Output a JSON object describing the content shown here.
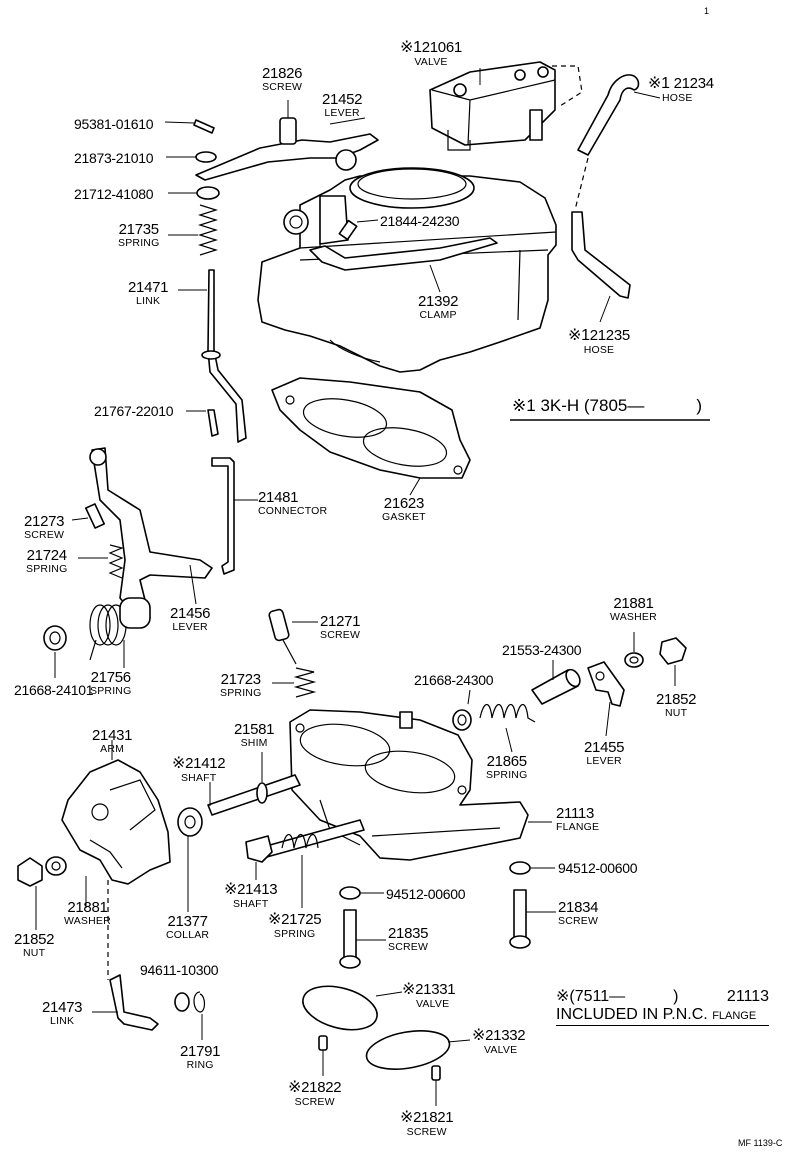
{
  "labels": {
    "p21061": {
      "pn": "21061",
      "name": "VALVE",
      "mark": "※1"
    },
    "p21826": {
      "pn": "21826",
      "name": "SCREW"
    },
    "p21452": {
      "pn": "21452",
      "name": "LEVER"
    },
    "p21234": {
      "pn": "21234",
      "name": "HOSE",
      "mark": "※1"
    },
    "p95381": {
      "pn": "95381-01610"
    },
    "p21873": {
      "pn": "21873-21010"
    },
    "p21712": {
      "pn": "21712-41080"
    },
    "p21735": {
      "pn": "21735",
      "name": "SPRING"
    },
    "p21844": {
      "pn": "21844-24230"
    },
    "p21471": {
      "pn": "21471",
      "name": "LINK"
    },
    "p21392": {
      "pn": "21392",
      "name": "CLAMP"
    },
    "p21235": {
      "pn": "21235",
      "name": "HOSE",
      "mark": "※1"
    },
    "p21767": {
      "pn": "21767-22010"
    },
    "p21481": {
      "pn": "21481",
      "name": "CONNECTOR"
    },
    "p21623": {
      "pn": "21623",
      "name": "GASKET"
    },
    "p21273": {
      "pn": "21273",
      "name": "SCREW"
    },
    "p21724": {
      "pn": "21724",
      "name": "SPRING"
    },
    "p21456": {
      "pn": "21456",
      "name": "LEVER"
    },
    "p21271": {
      "pn": "21271",
      "name": "SCREW"
    },
    "p21881a": {
      "pn": "21881",
      "name": "WASHER"
    },
    "p21553": {
      "pn": "21553-24300"
    },
    "p21756": {
      "pn": "21756",
      "name": "SPRING"
    },
    "p21723": {
      "pn": "21723",
      "name": "SPRING"
    },
    "p21668b": {
      "pn": "21668-24300"
    },
    "p21852a": {
      "pn": "21852",
      "name": "NUT"
    },
    "p21668a": {
      "pn": "21668-24101"
    },
    "p21431": {
      "pn": "21431",
      "name": "ARM"
    },
    "p21581": {
      "pn": "21581",
      "name": "SHIM"
    },
    "p21412": {
      "pn": "21412",
      "name": "SHAFT",
      "mark": "※"
    },
    "p21865": {
      "pn": "21865",
      "name": "SPRING"
    },
    "p21455": {
      "pn": "21455",
      "name": "LEVER"
    },
    "p21113": {
      "pn": "21113",
      "name": "FLANGE"
    },
    "p94512a": {
      "pn": "94512-00600"
    },
    "p21413": {
      "pn": "21413",
      "name": "SHAFT",
      "mark": "※"
    },
    "p94512b": {
      "pn": "94512-00600"
    },
    "p21834": {
      "pn": "21834",
      "name": "SCREW"
    },
    "p21881b": {
      "pn": "21881",
      "name": "WASHER"
    },
    "p21377": {
      "pn": "21377",
      "name": "COLLAR"
    },
    "p21725": {
      "pn": "21725",
      "name": "SPRING",
      "mark": "※"
    },
    "p21835": {
      "pn": "21835",
      "name": "SCREW"
    },
    "p21852b": {
      "pn": "21852",
      "name": "NUT"
    },
    "p94611": {
      "pn": "94611-10300"
    },
    "p21331": {
      "pn": "21331",
      "name": "VALVE",
      "mark": "※"
    },
    "p21473": {
      "pn": "21473",
      "name": "LINK"
    },
    "p21791": {
      "pn": "21791",
      "name": "RING"
    },
    "p21332": {
      "pn": "21332",
      "name": "VALVE",
      "mark": "※"
    },
    "p21822": {
      "pn": "21822",
      "name": "SCREW",
      "mark": "※"
    },
    "p21821": {
      "pn": "21821",
      "name": "SCREW",
      "mark": "※"
    }
  },
  "notes": {
    "note1_mark": "※1",
    "note1_text": "3K-H (7805—",
    "note1_close": ")",
    "note2_mark": "※",
    "note2_text": "(7511—",
    "note2_close": ")",
    "note2_pn": "21113",
    "note2_line2": "INCLUDED IN P.N.C.",
    "note2_name": "FLANGE"
  },
  "page_number": "1",
  "figure_code": "MF 1139-C"
}
